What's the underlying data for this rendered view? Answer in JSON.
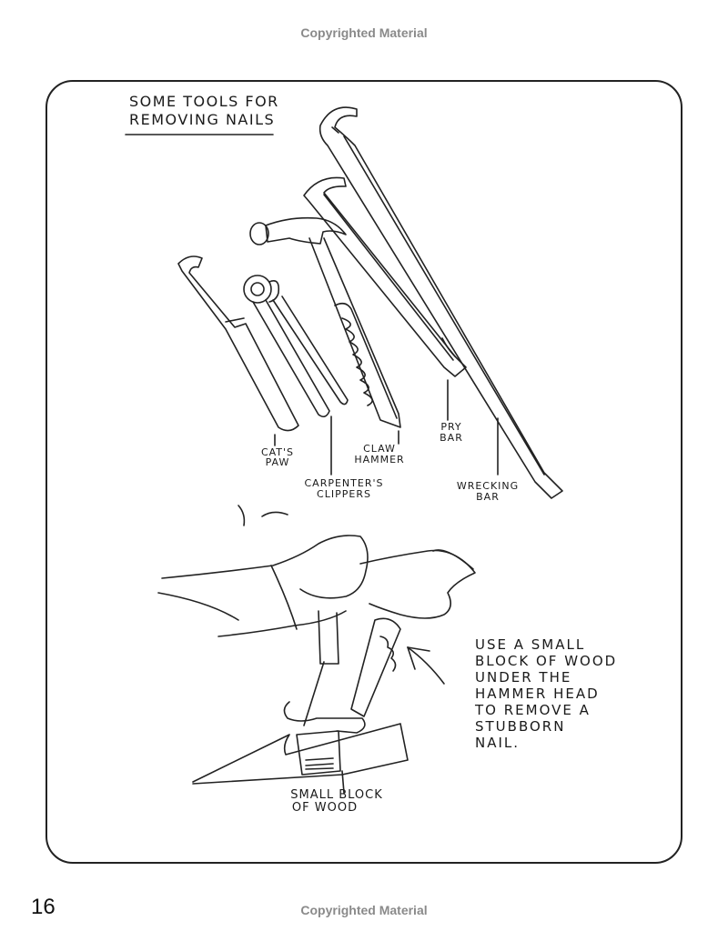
{
  "header": {
    "watermark_top": "Copyrighted Material"
  },
  "footer": {
    "watermark_bottom": "Copyrighted Material",
    "page_number": "16"
  },
  "illustration": {
    "title_lines": [
      "SOME TOOLS FOR",
      "REMOVING NAILS"
    ],
    "labels": {
      "cats_paw": [
        "CAT'S",
        "PAW"
      ],
      "clippers": [
        "CARPENTER'S",
        "CLIPPERS"
      ],
      "claw_hammer": [
        "CLAW",
        "HAMMER"
      ],
      "pry_bar": [
        "PRY",
        "BAR"
      ],
      "wrecking_bar": [
        "WRECKING",
        "BAR"
      ]
    },
    "note_lines": [
      "USE A SMALL",
      "BLOCK OF WOOD",
      "UNDER THE",
      "HAMMER HEAD",
      "TO REMOVE A",
      "STUBBORN",
      "NAIL."
    ],
    "block_label": [
      "SMALL BLOCK",
      "OF WOOD"
    ]
  }
}
